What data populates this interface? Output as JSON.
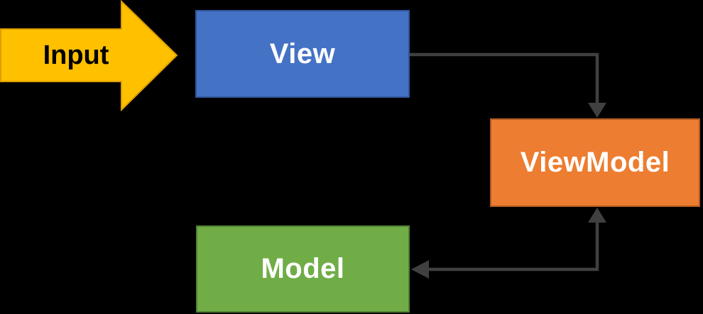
{
  "diagram": {
    "background_color": "#000000",
    "connector_color": "#404040",
    "input_arrow": {
      "label": "Input",
      "fill_color": "#FFC000",
      "border_color": "#DC9E00",
      "text_color": "#000000",
      "direction": "right"
    },
    "nodes": [
      {
        "id": "view",
        "label": "View",
        "fill_color": "#4472C4",
        "border_color": "#2F5597",
        "text_color": "#FFFFFF"
      },
      {
        "id": "viewmodel",
        "label": "ViewModel",
        "fill_color": "#ED7D31",
        "border_color": "#AE5A21",
        "text_color": "#FFFFFF"
      },
      {
        "id": "model",
        "label": "Model",
        "fill_color": "#70AD47",
        "border_color": "#507E32",
        "text_color": "#FFFFFF"
      }
    ],
    "connections": [
      {
        "from": "View",
        "to": "ViewModel",
        "type": "elbow",
        "arrowheads": "single",
        "enters": "viewmodel-top"
      },
      {
        "from": "ViewModel",
        "to": "Model",
        "type": "elbow",
        "arrowheads": "double",
        "enters": "viewmodel-bottom-and-model-right"
      }
    ]
  }
}
